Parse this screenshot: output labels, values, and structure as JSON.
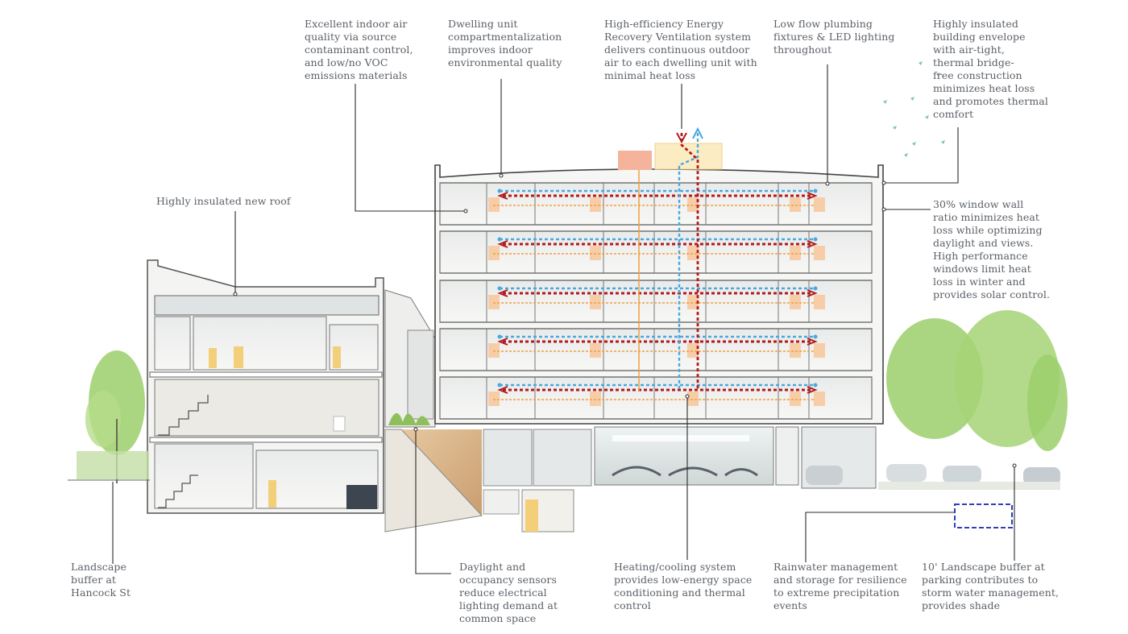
{
  "annotations": {
    "air_quality": "Excellent indoor air\nquality via source\ncontaminant control,\nand low/no VOC\nemissions materials",
    "compartmentalization": "Dwelling unit\ncompartmentalization\nimproves indoor\nenvironmental quality",
    "erv": "High-efficiency Energy\nRecovery Ventilation system\ndelivers continuous outdoor\nair to each dwelling unit with\nminimal heat loss",
    "plumbing": "Low flow plumbing\nfixtures & LED lighting\nthroughout",
    "envelope": "Highly insulated\nbuilding envelope\nwith air-tight,\nthermal bridge-\nfree construction\nminimizes heat loss\nand promotes thermal\ncomfort",
    "roof": "Highly insulated new roof",
    "windows": "30% window wall\nratio minimizes heat\nloss while optimizing\ndaylight and views.\nHigh performance\nwindows limit heat\nloss in winter and\nprovides solar control.",
    "landscape_hancock": "Landscape\nbuffer at\nHancock St",
    "daylight_sensors": "Daylight and\noccupancy sensors\nreduce electrical\nlighting demand at\ncommon space",
    "heating_cooling": "Heating/cooling system\nprovides low-energy space\nconditioning and thermal\ncontrol",
    "rainwater": "Rainwater management\nand storage for resilience\nto extreme precipitation\nevents",
    "landscape_parking": "10' Landscape buffer at\nparking contributes to\nstorm water management,\nprovides shade"
  },
  "colors": {
    "supply_air": "#4aa8e0",
    "exhaust_air": "#b31a1a",
    "heating_loop": "#f0a040",
    "storage_outline": "#2e3fb8",
    "leader": "#2b2b2b",
    "section_line": "#4a4a4a",
    "wood": "#d9b48c",
    "tree": "#9ccf6b"
  }
}
